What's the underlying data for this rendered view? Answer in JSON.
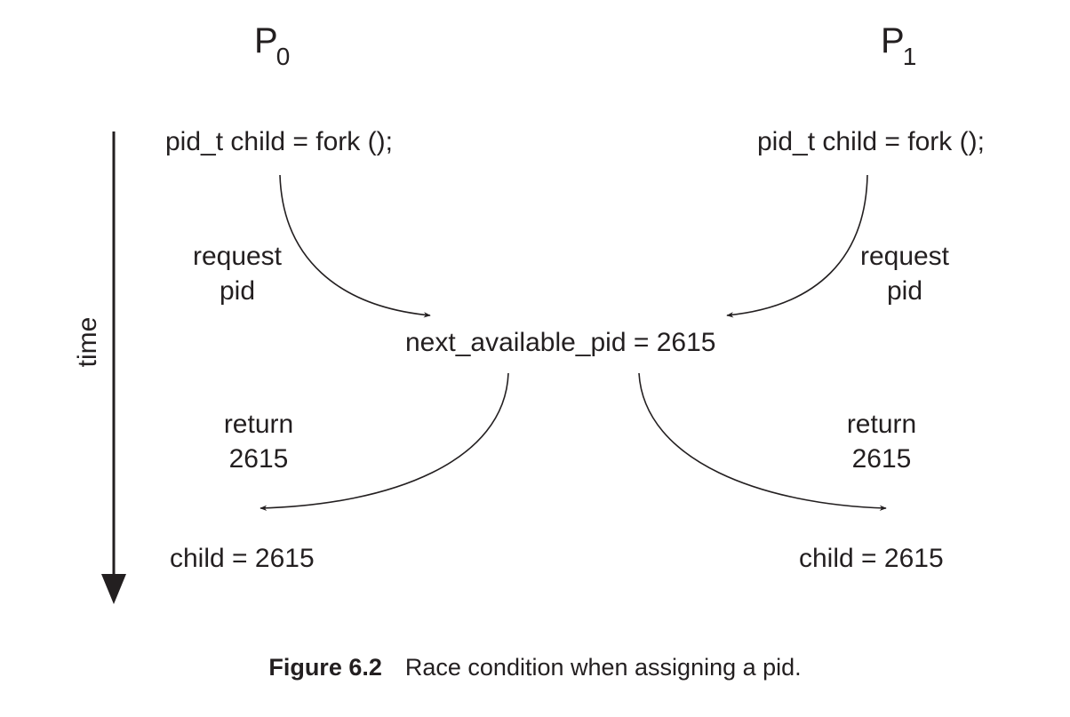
{
  "processes": {
    "p0": {
      "letter": "P",
      "subscript": "0"
    },
    "p1": {
      "letter": "P",
      "subscript": "1"
    }
  },
  "time_axis": {
    "label": "time"
  },
  "p0": {
    "statement": "pid_t child = fork ();",
    "request_line1": "request",
    "request_line2": "pid",
    "return_line1": "return",
    "return_line2": "2615",
    "result": "child = 2615"
  },
  "p1": {
    "statement": "pid_t child = fork ();",
    "request_line1": "request",
    "request_line2": "pid",
    "return_line1": "return",
    "return_line2": "2615",
    "result": "child = 2615"
  },
  "shared": {
    "variable": "next_available_pid = 2615"
  },
  "caption": {
    "figure_number": "Figure 6.2",
    "text": "Race condition when assigning a pid."
  },
  "colors": {
    "ink": "#231f20",
    "background": "#ffffff"
  }
}
